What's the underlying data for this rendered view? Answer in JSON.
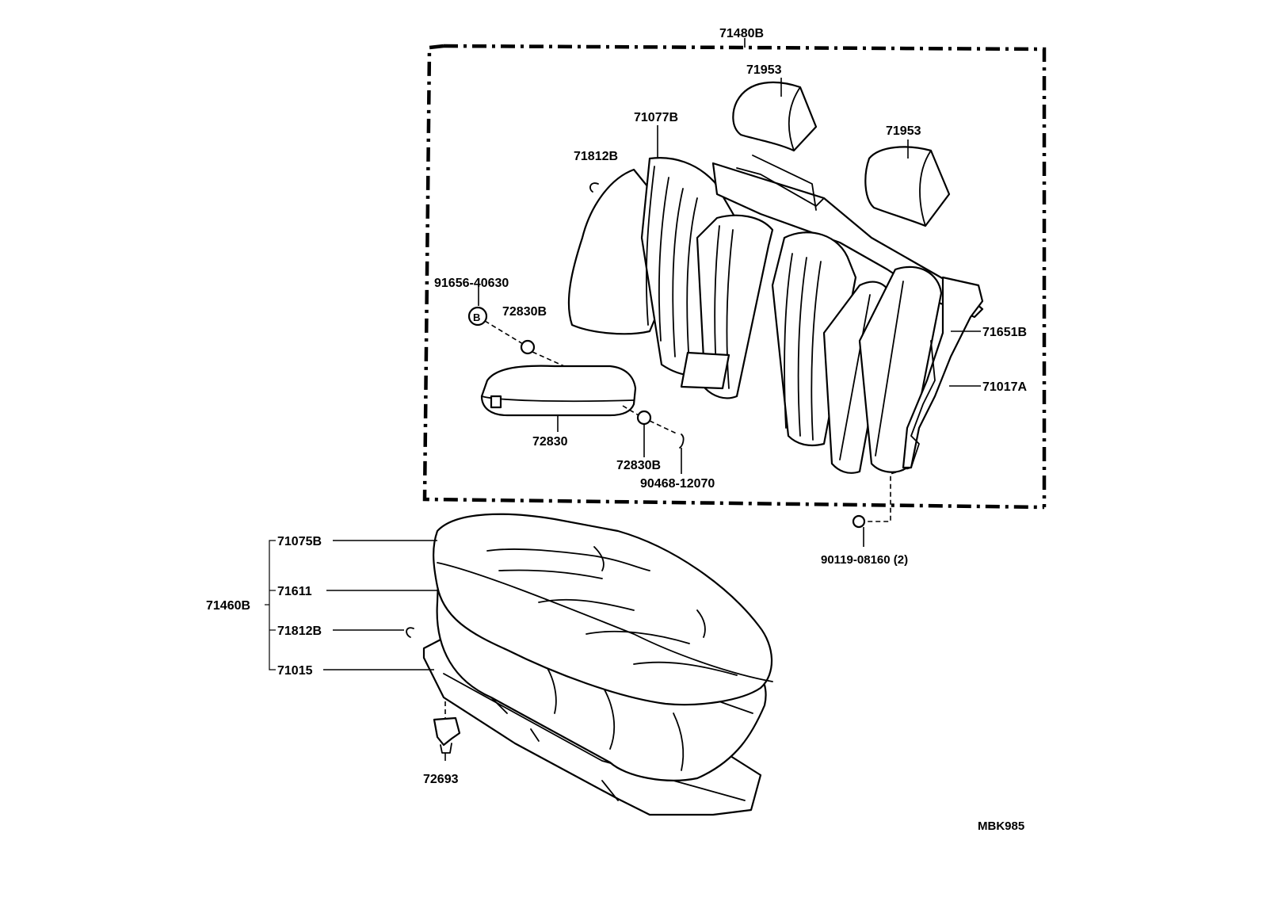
{
  "diagram": {
    "labels": {
      "assembly_rear_back": "71480B",
      "headrest_left": "71953",
      "headrest_right": "71953",
      "back_cover": "71077B",
      "hog_ring_upper": "71812B",
      "bolt_b": "91656-40630",
      "armrest_pivot_left": "72830B",
      "back_pad": "71651B",
      "back_frame": "71017A",
      "armrest": "72830",
      "armrest_pivot_right": "72830B",
      "pin": "90468-12070",
      "bolt_bottom": "90119-08160 (2)",
      "cushion_cover": "71075B",
      "cushion_pad": "71611",
      "cushion_assembly": "71460B",
      "hog_ring_lower": "71812B",
      "cushion_frame": "71015",
      "hook": "72693",
      "figure_code": "MBK985",
      "bolt_marker": "B"
    }
  }
}
